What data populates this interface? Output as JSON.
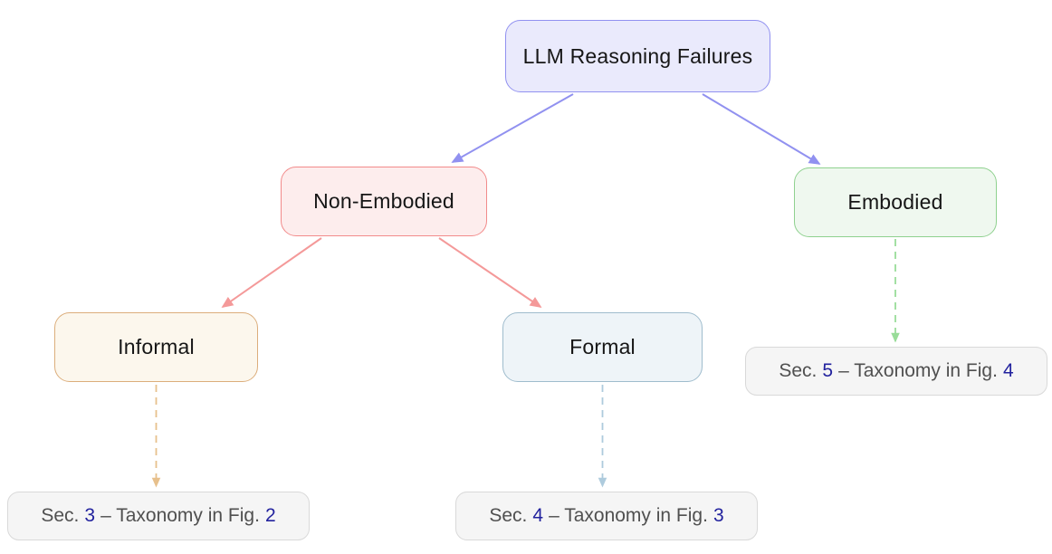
{
  "diagram": {
    "title": "LLM Reasoning Failures taxonomy tree",
    "root": {
      "label": "LLM Reasoning Failures"
    },
    "level1": [
      {
        "id": "non-embodied",
        "label": "Non-Embodied"
      },
      {
        "id": "embodied",
        "label": "Embodied"
      }
    ],
    "level2": [
      {
        "id": "informal",
        "label": "Informal"
      },
      {
        "id": "formal",
        "label": "Formal"
      }
    ],
    "references": [
      {
        "for": "informal",
        "sec_word": "Sec.",
        "sec_num": "3",
        "middle_text": "– Taxonomy in Fig.",
        "fig_num": "2"
      },
      {
        "for": "formal",
        "sec_word": "Sec.",
        "sec_num": "4",
        "middle_text": "– Taxonomy in Fig.",
        "fig_num": "3"
      },
      {
        "for": "embodied",
        "sec_word": "Sec.",
        "sec_num": "5",
        "middle_text": "– Taxonomy in Fig.",
        "fig_num": "4"
      }
    ],
    "colors": {
      "root_fill": "#EAEAFC",
      "root_border": "#9191F0",
      "non_embodied_fill": "#FDEDED",
      "non_embodied_border": "#F28B8B",
      "embodied_fill": "#EFF8EF",
      "embodied_border": "#8FD18F",
      "informal_fill": "#FCF7ED",
      "informal_border": "#DCAE7C",
      "formal_fill": "#EEF4F8",
      "formal_border": "#9FBCCD",
      "reference_fill": "#F5F5F5",
      "reference_border": "#D9D9D9",
      "reference_text": "#505050",
      "link_number": "#22229E",
      "edge_root": "#9191F0",
      "edge_non_embodied": "#F49999",
      "edge_informal_dashed": "#E7C08C",
      "edge_formal_dashed": "#AECBDD",
      "edge_embodied_dashed": "#99DC99"
    }
  }
}
